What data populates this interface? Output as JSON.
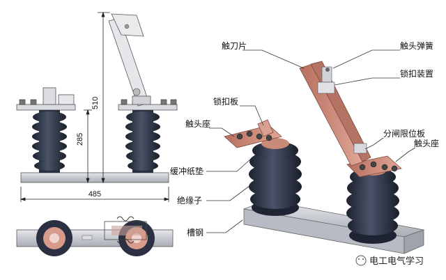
{
  "dimensions": {
    "height_total": "510",
    "height_insulator": "285",
    "width_base": "485"
  },
  "labels": {
    "blade": "触刀片",
    "contact_spring": "触头弹簧",
    "latch_plate": "锁扣板",
    "latch_device": "锁扣装置",
    "contact_seat_left": "触头座",
    "limit_plate": "分闸限位板",
    "contact_seat_right": "触头座",
    "buffer_pad": "缓冲纸垫",
    "insulator": "绝缘子",
    "channel_steel": "槽钢"
  },
  "watermark": {
    "text": "电工电气学习"
  },
  "colors": {
    "insulator": "#2e3546",
    "copper": "#c98a78",
    "steel": "#c9ccd2",
    "line": "#222222"
  }
}
